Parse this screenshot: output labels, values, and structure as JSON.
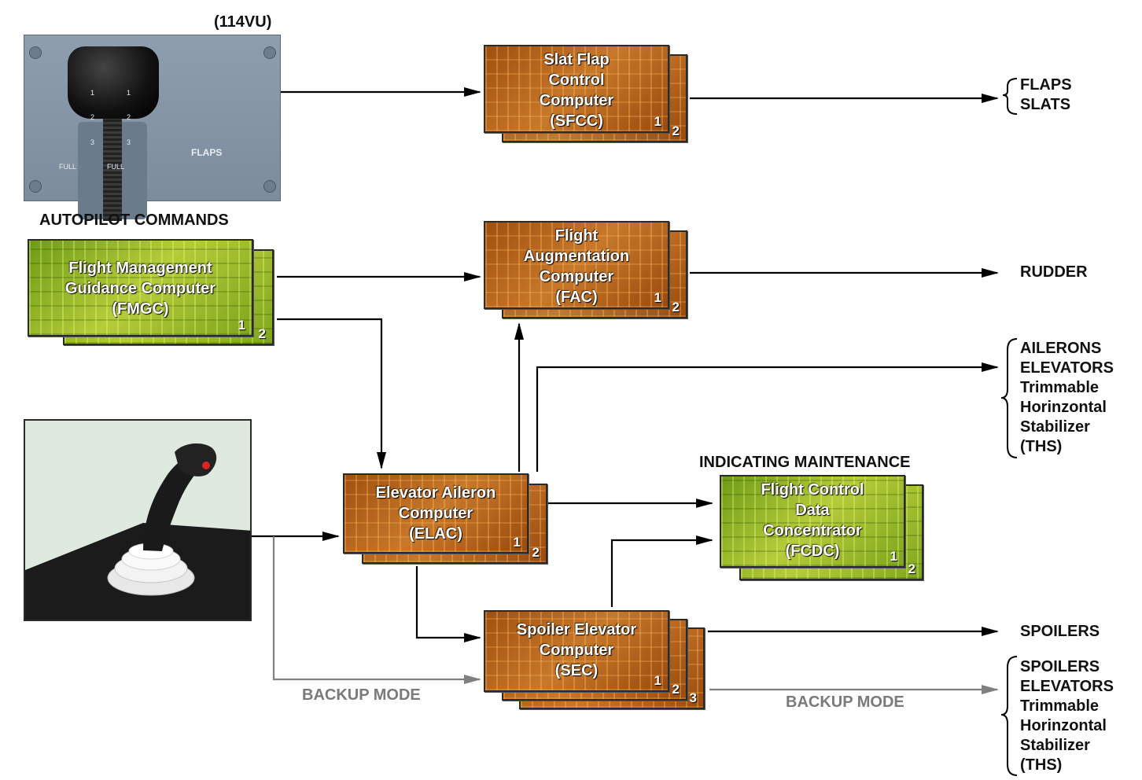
{
  "panel": {
    "id_label": "(114VU)",
    "flaps_label": "FLAPS",
    "detents": [
      "1",
      "2",
      "3",
      "FULL"
    ]
  },
  "autopilot_label": "AUTOPILOT COMMANDS",
  "indicating_label": "INDICATING MAINTENANCE",
  "computers": {
    "sfcc": {
      "lines": [
        "Slat Flap",
        "Control",
        "Computer",
        "(SFCC)"
      ],
      "units": [
        "1",
        "2"
      ]
    },
    "fac": {
      "lines": [
        "Flight",
        "Augmentation",
        "Computer",
        "(FAC)"
      ],
      "units": [
        "1",
        "2"
      ]
    },
    "fmgc": {
      "lines": [
        "Flight Management",
        "Guidance Computer",
        "(FMGC)"
      ],
      "units": [
        "1",
        "2"
      ]
    },
    "elac": {
      "lines": [
        "Elevator Aileron",
        "Computer",
        "(ELAC)"
      ],
      "units": [
        "1",
        "2"
      ]
    },
    "fcdc": {
      "lines": [
        "Flight Control",
        "Data",
        "Concentrator",
        "(FCDC)"
      ],
      "units": [
        "1",
        "2"
      ]
    },
    "sec": {
      "lines": [
        "Spoiler Elevator",
        "Computer",
        "(SEC)"
      ],
      "units": [
        "1",
        "2",
        "3"
      ]
    }
  },
  "outputs": {
    "flaps_slats": [
      "FLAPS",
      "SLATS"
    ],
    "rudder": "RUDDER",
    "elac_surfaces": [
      "AILERONS",
      "ELEVATORS",
      "Trimmable",
      "Horinzontal",
      "Stabilizer",
      "(THS)"
    ],
    "spoilers": "SPOILERS",
    "sec_backup_surfaces": [
      "SPOILERS",
      "ELEVATORS",
      "Trimmable",
      "Horinzontal",
      "Stabilizer",
      "(THS)"
    ]
  },
  "backup_label_left": "BACKUP MODE",
  "backup_label_right": "BACKUP MODE",
  "colors": {
    "computer_orange": "#b8621a",
    "concentrator_green": "#8fb02a",
    "arrow_black": "#000000",
    "backup_grey": "#808080"
  }
}
